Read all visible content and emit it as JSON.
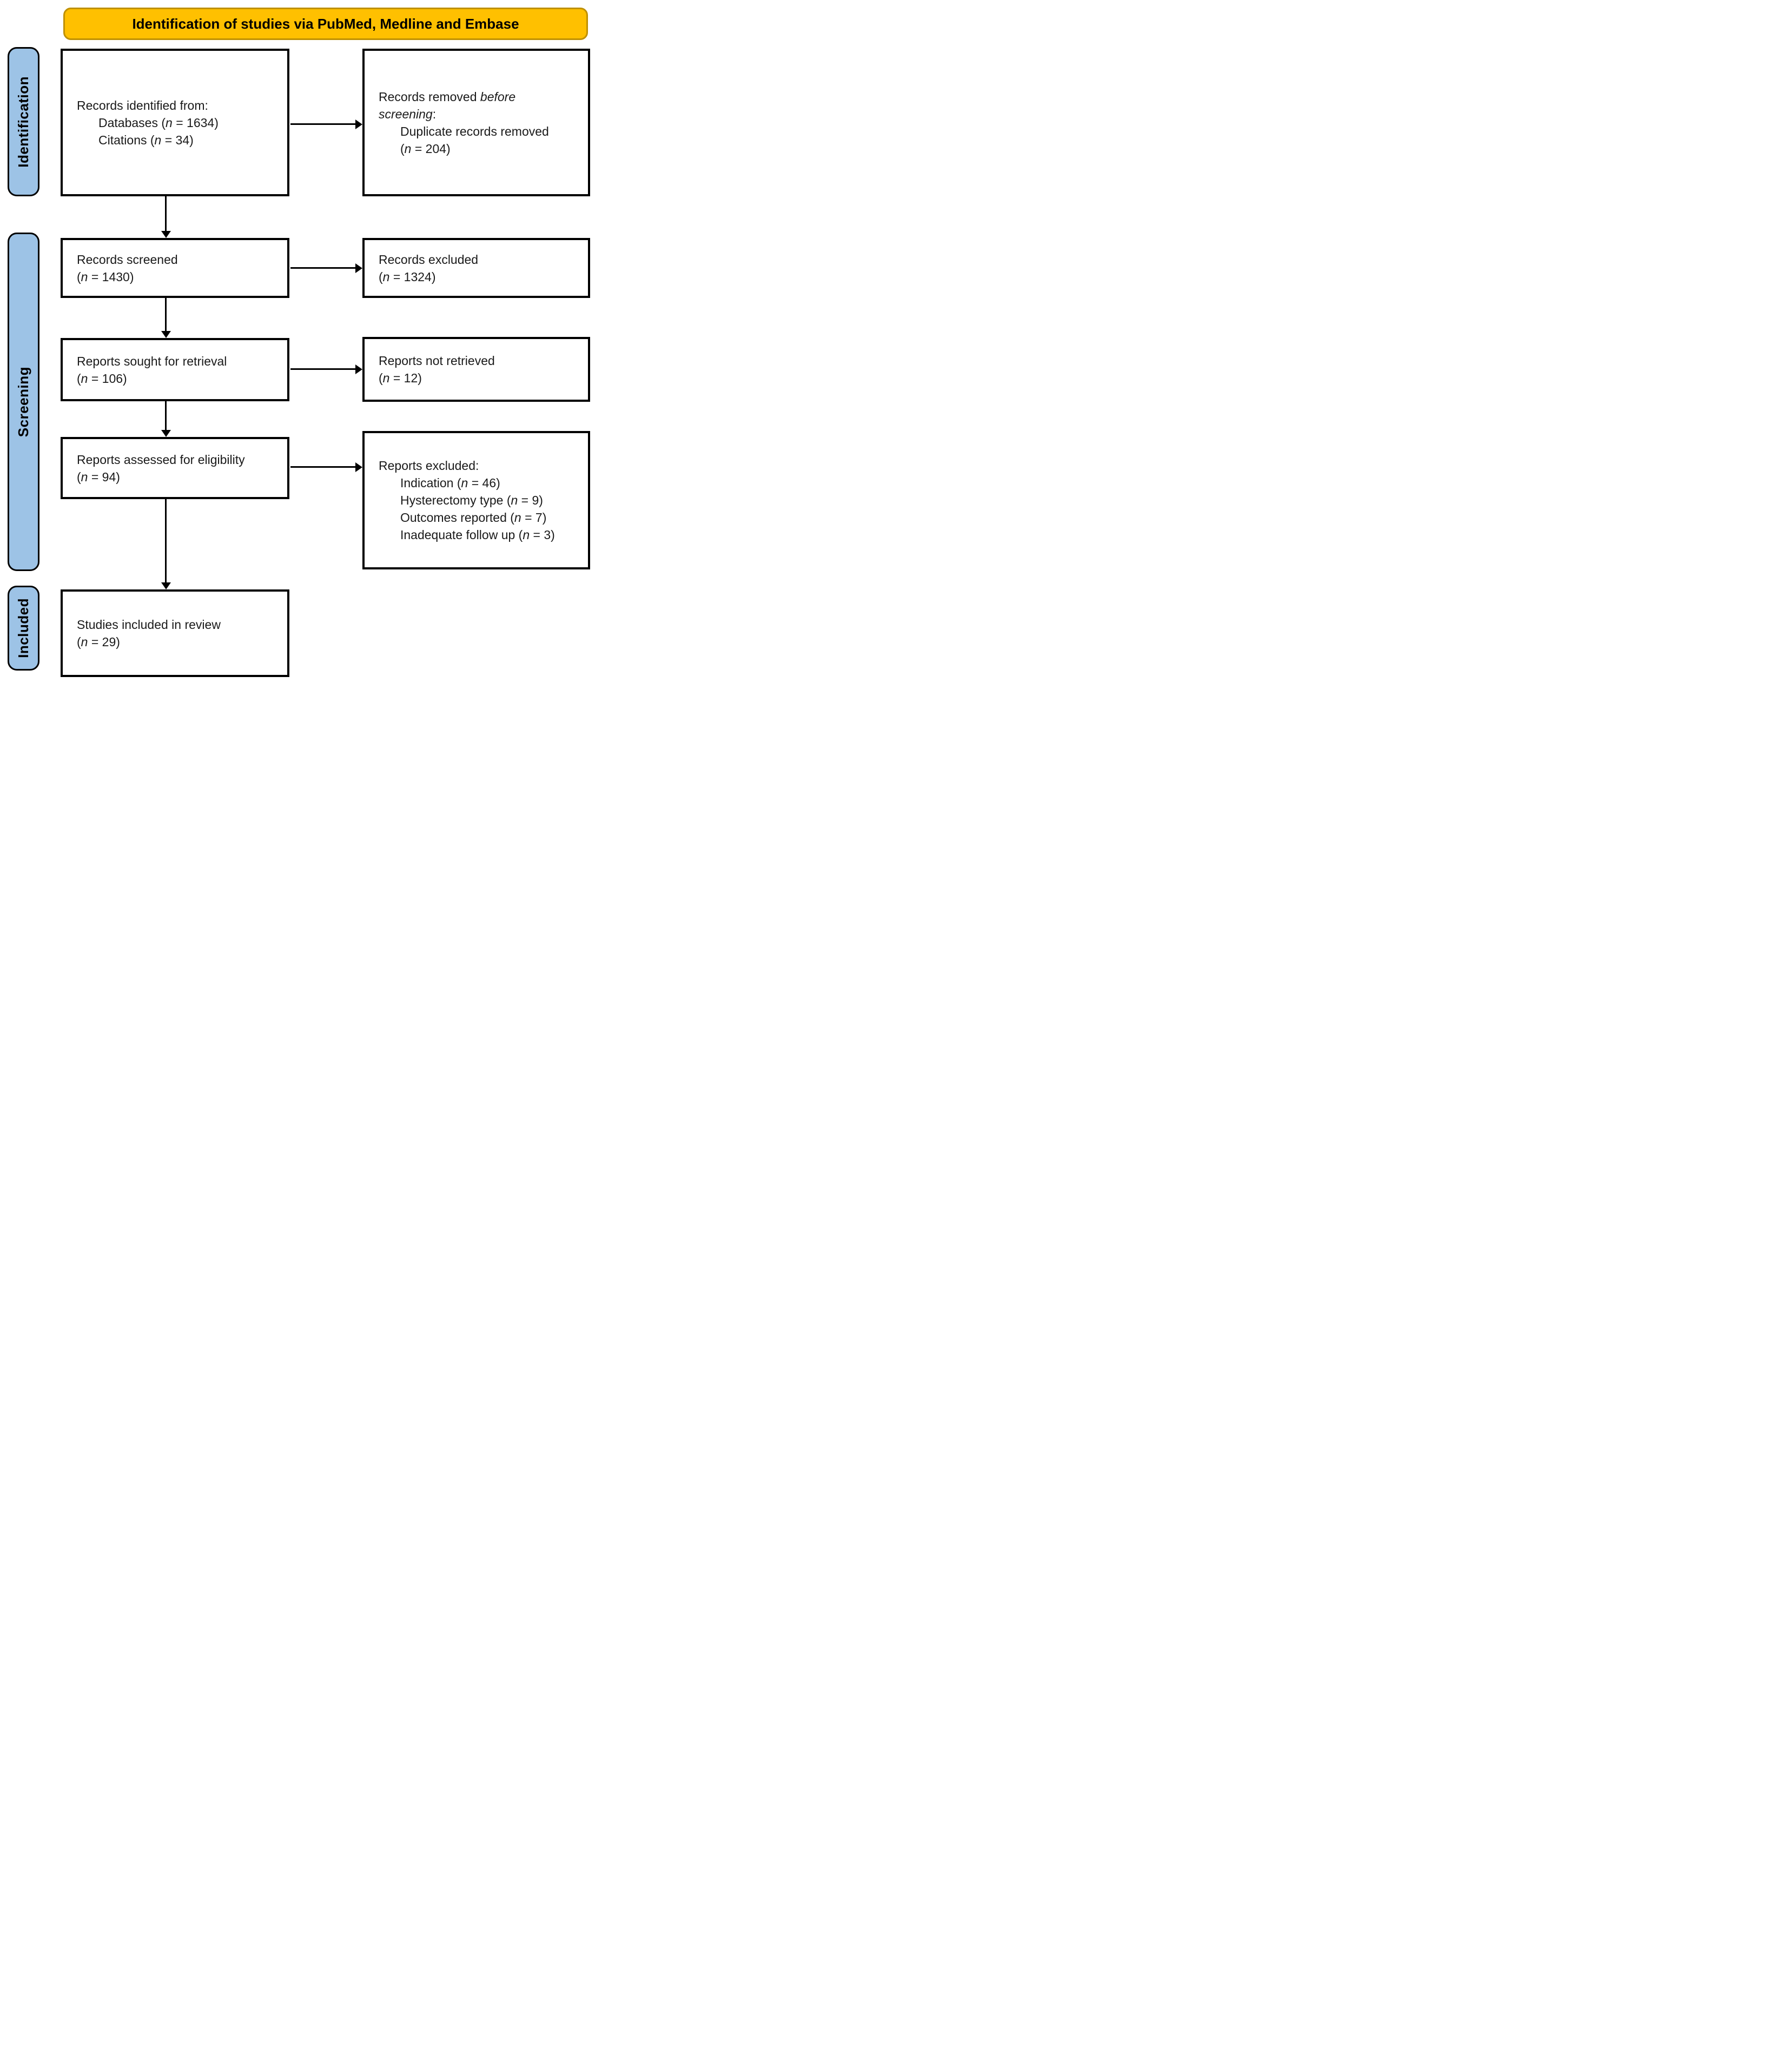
{
  "banner": {
    "title": "Identification of studies via PubMed, Medline and Embase"
  },
  "stages": {
    "identification": "Identification",
    "screening": "Screening",
    "included": "Included"
  },
  "boxes": {
    "records_identified": {
      "title": "Records identified from:",
      "items": [
        "Databases (n = 1634)",
        "Citations (n = 34)"
      ]
    },
    "records_removed": {
      "line1_pre": "Records removed ",
      "line1_italic": "before screening",
      "line1_post": ":",
      "items": [
        "Duplicate records removed",
        "(n = 204)"
      ]
    },
    "records_screened": {
      "line1": "Records screened",
      "line2": "(n = 1430)"
    },
    "records_excluded": {
      "line1": "Records excluded",
      "line2": "(n = 1324)"
    },
    "reports_sought": {
      "line1": "Reports sought for retrieval",
      "line2": "(n = 106)"
    },
    "reports_not_retrieved": {
      "line1": "Reports not retrieved",
      "line2": "(n = 12)"
    },
    "reports_assessed": {
      "line1": "Reports assessed for eligibility",
      "line2": "(n = 94)"
    },
    "reports_excluded": {
      "title": "Reports excluded:",
      "items": [
        "Indication (n = 46)",
        "Hysterectomy type (n = 9)",
        "Outcomes reported (n = 7)",
        "Inadequate follow up (n = 3)"
      ]
    },
    "studies_included": {
      "line1": "Studies included in review",
      "line2": "(n = 29)"
    }
  },
  "colors": {
    "banner_fill": "#FFC000",
    "banner_border": "#BF9000",
    "stage_fill": "#9DC3E6",
    "box_border": "#000000",
    "text": "#1A1A1A"
  }
}
